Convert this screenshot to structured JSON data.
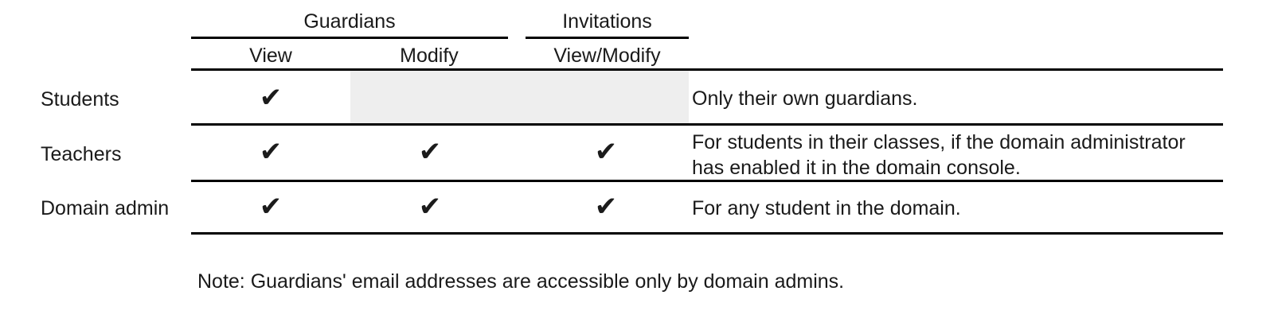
{
  "table": {
    "column_groups": [
      {
        "label": "Guardians",
        "name": "guardians"
      },
      {
        "label": "Invitations",
        "name": "invitations"
      }
    ],
    "columns": [
      {
        "label": "View",
        "name": "view"
      },
      {
        "label": "Modify",
        "name": "modify"
      },
      {
        "label": "View/Modify",
        "name": "view-modify"
      }
    ],
    "check_glyph": "✔",
    "rows": [
      {
        "label": "Students",
        "guardians_view": "✔",
        "guardians_modify": "",
        "invitations_view_modify": "",
        "description": [
          "Only their own guardians."
        ]
      },
      {
        "label": "Teachers",
        "guardians_view": "✔",
        "guardians_modify": "✔",
        "invitations_view_modify": "✔",
        "description": [
          "For students in their classes, if the domain administrator",
          "has enabled it in the domain console."
        ]
      },
      {
        "label": "Domain admin",
        "guardians_view": "✔",
        "guardians_modify": "✔",
        "invitations_view_modify": "✔",
        "description": [
          "For any student in the domain."
        ]
      }
    ],
    "note": "Note: Guardians' email addresses are accessible only by domain admins.",
    "colors": {
      "rule": "#000000",
      "shaded_cell": "#eeeeee",
      "text": "#1a1a1a",
      "check": "#1b1b1b",
      "background": "#ffffff"
    }
  }
}
